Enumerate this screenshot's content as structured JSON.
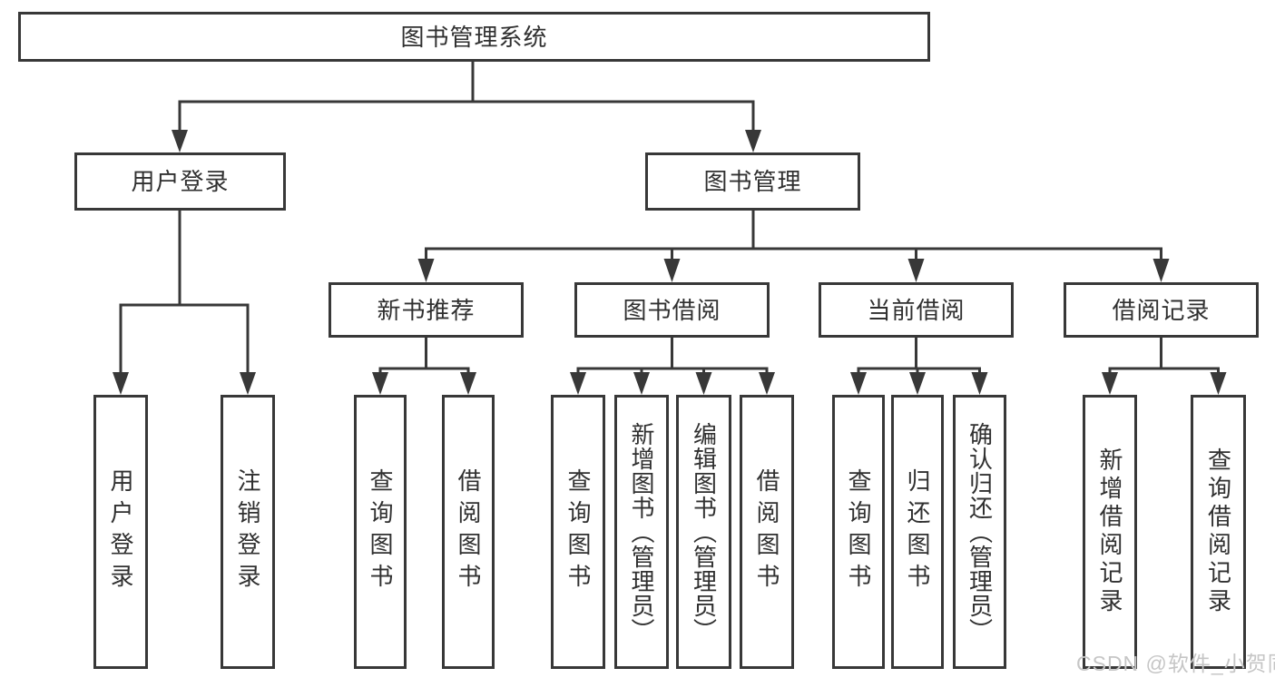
{
  "tree": {
    "root": {
      "label": "图书管理系统"
    },
    "branches": [
      {
        "label": "用户登录",
        "children": [
          {
            "label": "用户登录"
          },
          {
            "label": "注销登录"
          }
        ]
      },
      {
        "label": "图书管理",
        "children": [
          {
            "label": "新书推荐",
            "children": [
              {
                "label": "查询图书"
              },
              {
                "label": "借阅图书"
              }
            ]
          },
          {
            "label": "图书借阅",
            "children": [
              {
                "label": "查询图书"
              },
              {
                "label": "新增图书（管理员）"
              },
              {
                "label": "编辑图书（管理员）"
              },
              {
                "label": "借阅图书"
              }
            ]
          },
          {
            "label": "当前借阅",
            "children": [
              {
                "label": "查询图书"
              },
              {
                "label": "归还图书"
              },
              {
                "label": "确认归还（管理员）"
              }
            ]
          },
          {
            "label": "借阅记录",
            "children": [
              {
                "label": "新增借阅记录"
              },
              {
                "label": "查询借阅记录"
              }
            ]
          }
        ]
      }
    ]
  },
  "watermark": {
    "text": "CSDN @软件_小贺同学"
  },
  "colors": {
    "line": "#383838",
    "text": "#303030",
    "box_background": "#ffffff",
    "page_background": "#ffffff",
    "watermark": "#c6c6c6"
  }
}
